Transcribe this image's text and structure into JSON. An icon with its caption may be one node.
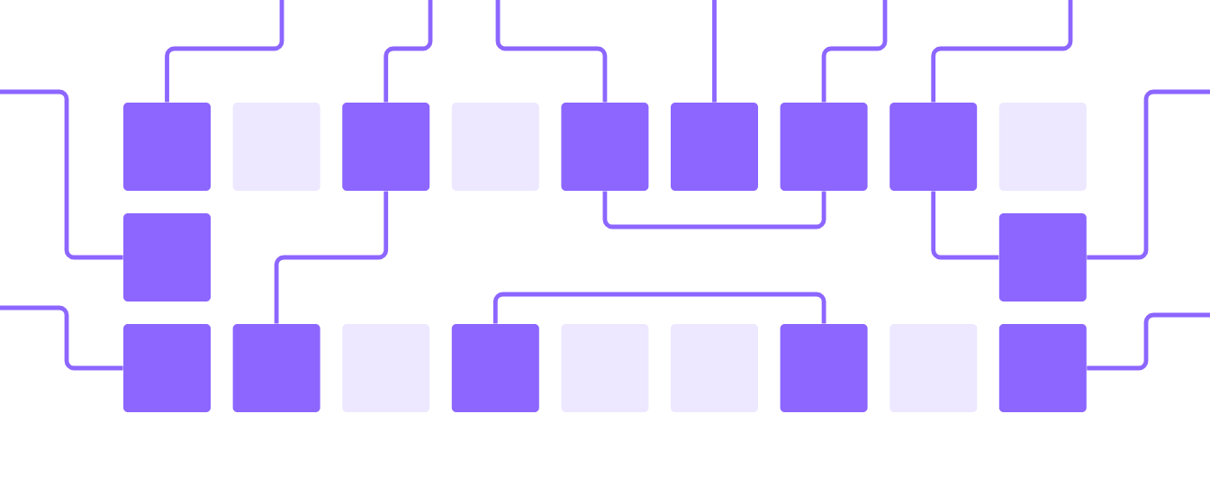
{
  "diagram": {
    "nodes": [
      {
        "text": [],
        "shape": "box"
      },
      {
        "text": [],
        "shape": "box"
      },
      {
        "text": [],
        "shape": "box"
      },
      {
        "text": [],
        "shape": "box"
      },
      {
        "text": [],
        "shape": "box"
      },
      {
        "text": [],
        "shape": "box"
      },
      {
        "text": [],
        "shape": "box"
      },
      {
        "text": [],
        "shape": "box"
      },
      {
        "text": [],
        "shape": "box"
      },
      {
        "text": [],
        "shape": "box"
      },
      {
        "text": [],
        "shape": "box"
      },
      {
        "text": [],
        "shape": "box"
      },
      {
        "text": [],
        "shape": "box"
      },
      {
        "text": [],
        "shape": "box"
      },
      {
        "text": [],
        "shape": "box"
      },
      {
        "text": [],
        "shape": "box"
      },
      {
        "text": [],
        "shape": "box"
      },
      {
        "text": [],
        "shape": "box"
      },
      {
        "text": [],
        "shape": "box"
      },
      {
        "text": [],
        "shape": "box"
      }
    ],
    "edges": [
      {
        "from": null,
        "to": 0,
        "arrow": "none"
      },
      {
        "from": null,
        "to": 2,
        "arrow": "none"
      },
      {
        "from": null,
        "to": 4,
        "arrow": "none"
      },
      {
        "from": null,
        "to": 5,
        "arrow": "none"
      },
      {
        "from": null,
        "to": 6,
        "arrow": "none"
      },
      {
        "from": null,
        "to": 7,
        "arrow": "none"
      },
      {
        "from": null,
        "to": 9,
        "arrow": "none"
      },
      {
        "from": null,
        "to": 11,
        "arrow": "none"
      },
      {
        "from": 2,
        "to": 12,
        "arrow": "none"
      },
      {
        "from": 4,
        "to": 6,
        "arrow": "none"
      },
      {
        "from": 7,
        "to": 10,
        "arrow": "none"
      },
      {
        "from": 10,
        "to": null,
        "arrow": "none"
      },
      {
        "from": 14,
        "to": 17,
        "arrow": "none"
      },
      {
        "from": 19,
        "to": null,
        "arrow": "none"
      }
    ]
  }
}
